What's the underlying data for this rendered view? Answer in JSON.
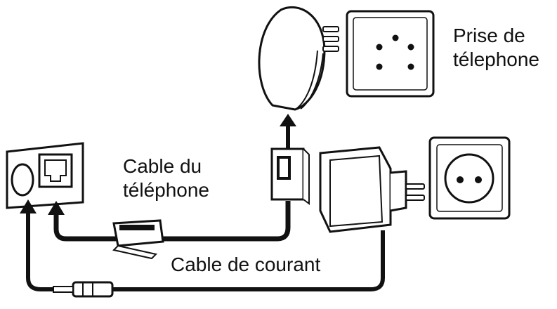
{
  "labels": {
    "prise_line1": "Prise de",
    "prise_line2": "télephone",
    "cable_tel_line1": "Cable du",
    "cable_tel_line2": "téléphone",
    "cable_courant": "Cable de courant"
  },
  "colors": {
    "ink": "#111111",
    "fill": "#ffffff",
    "shade": "#dcdcdc"
  }
}
